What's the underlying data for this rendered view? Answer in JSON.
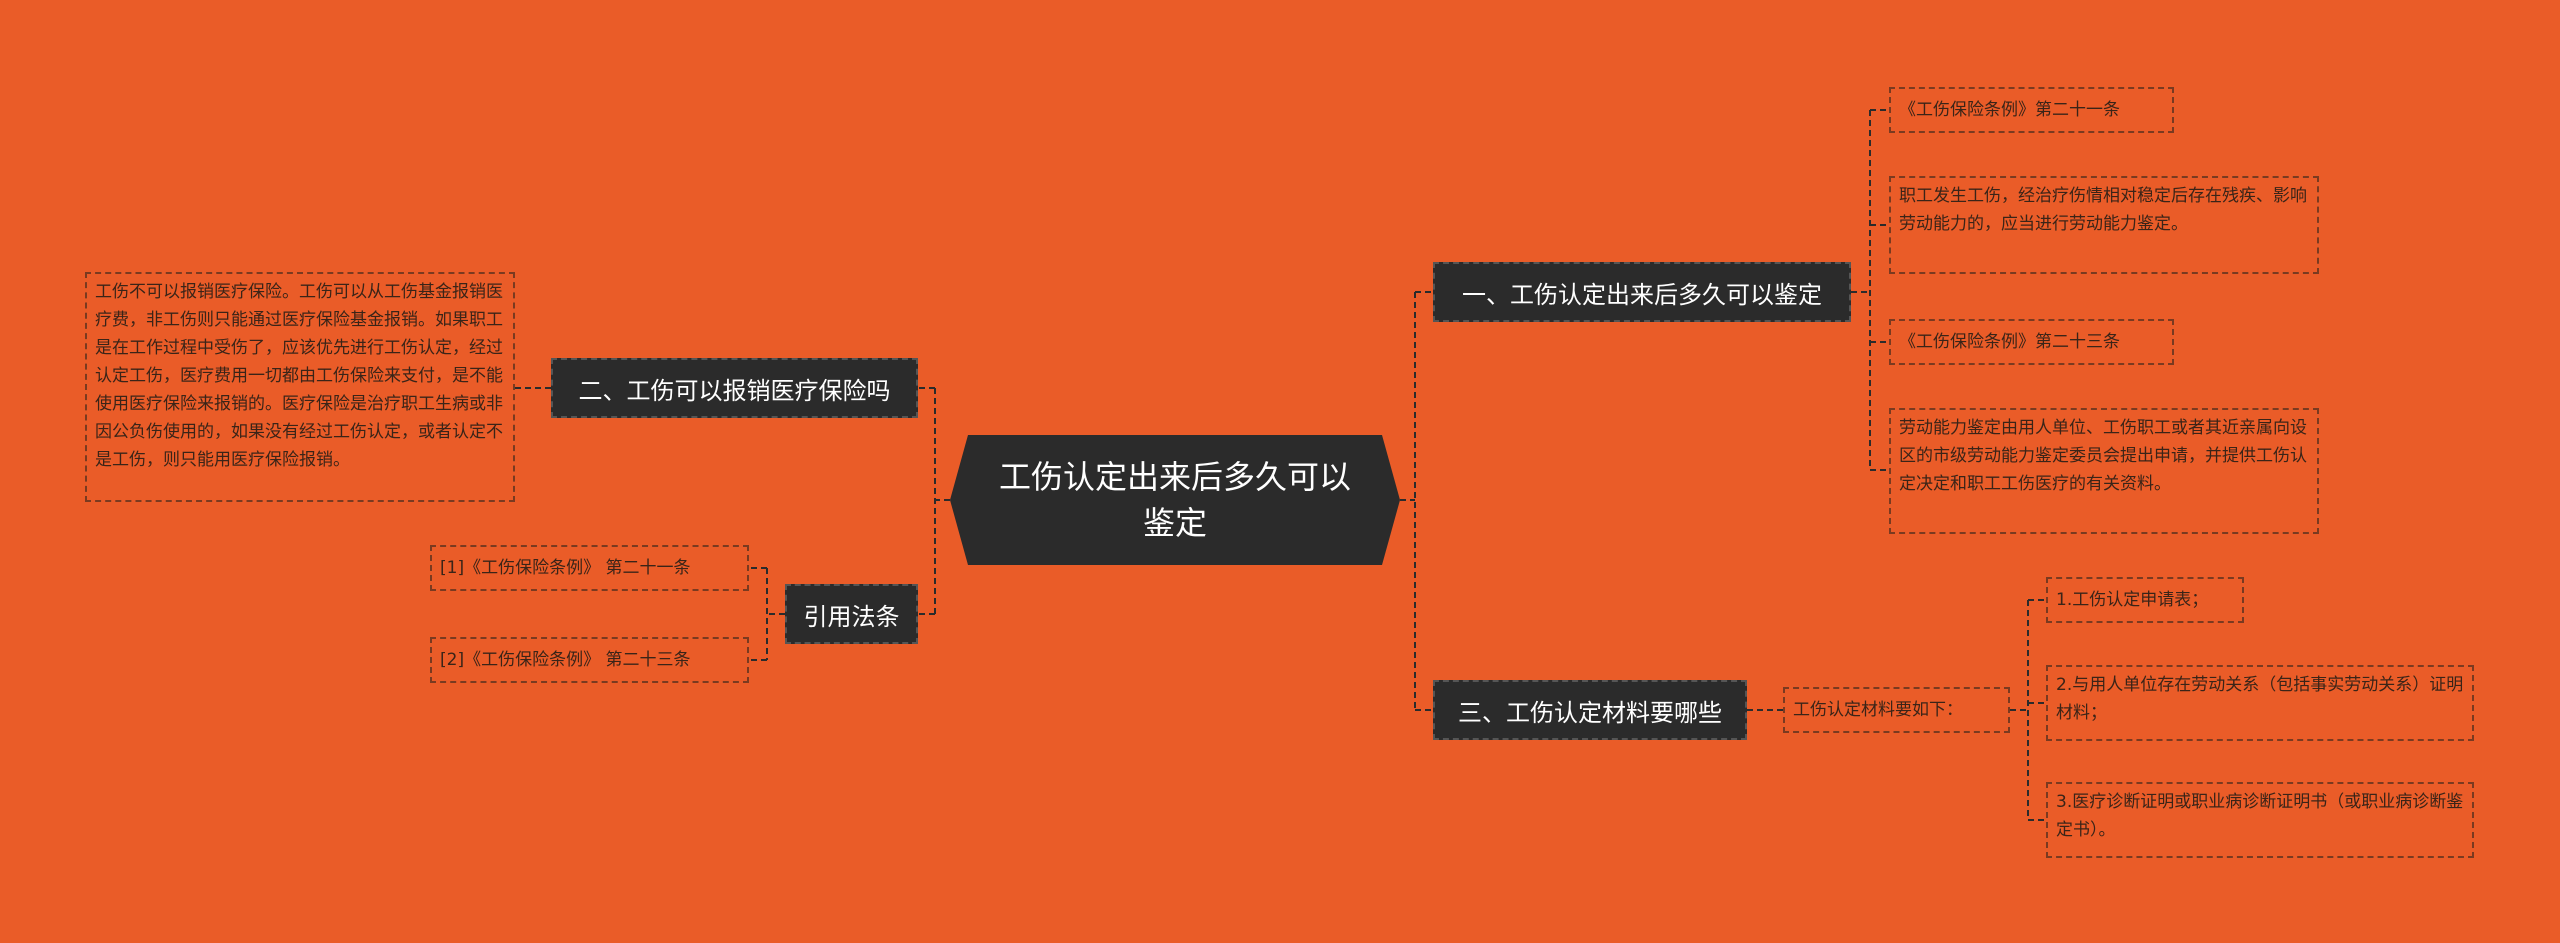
{
  "colors": {
    "background": "#ea5c28",
    "node": "#2b2b2b",
    "line": "#2b2b2b"
  },
  "root": {
    "title": "工伤认定出来后多久可以鉴定"
  },
  "right": {
    "b1": {
      "label": "一、工伤认定出来后多久可以鉴定",
      "leaves": [
        "《工伤保险条例》第二十一条",
        "职工发生工伤，经治疗伤情相对稳定后存在残疾、影响劳动能力的，应当进行劳动能力鉴定。",
        "《工伤保险条例》第二十三条",
        "劳动能力鉴定由用人单位、工伤职工或者其近亲属向设区的市级劳动能力鉴定委员会提出申请，并提供工伤认定决定和职工工伤医疗的有关资料。"
      ]
    },
    "b3": {
      "label": "三、工伤认定材料要哪些",
      "mid": "工伤认定材料要如下：",
      "leaves": [
        "1.工伤认定申请表；",
        "2.与用人单位存在劳动关系（包括事实劳动关系）证明材料；",
        "3.医疗诊断证明或职业病诊断证明书（或职业病诊断鉴定书）。"
      ]
    }
  },
  "left": {
    "b2": {
      "label": "二、工伤可以报销医疗保险吗",
      "leaf": "工伤不可以报销医疗保险。工伤可以从工伤基金报销医疗费，非工伤则只能通过医疗保险基金报销。如果职工是在工作过程中受伤了，应该优先进行工伤认定，经过认定工伤，医疗费用一切都由工伤保险来支付，是不能使用医疗保险来报销的。医疗保险是治疗职工生病或非因公负伤使用的，如果没有经过工伤认定，或者认定不是工伤，则只能用医疗保险报销。"
    },
    "ref": {
      "label": "引用法条",
      "leaves": [
        "[1]《工伤保险条例》 第二十一条",
        "[2]《工伤保险条例》 第二十三条"
      ]
    }
  }
}
